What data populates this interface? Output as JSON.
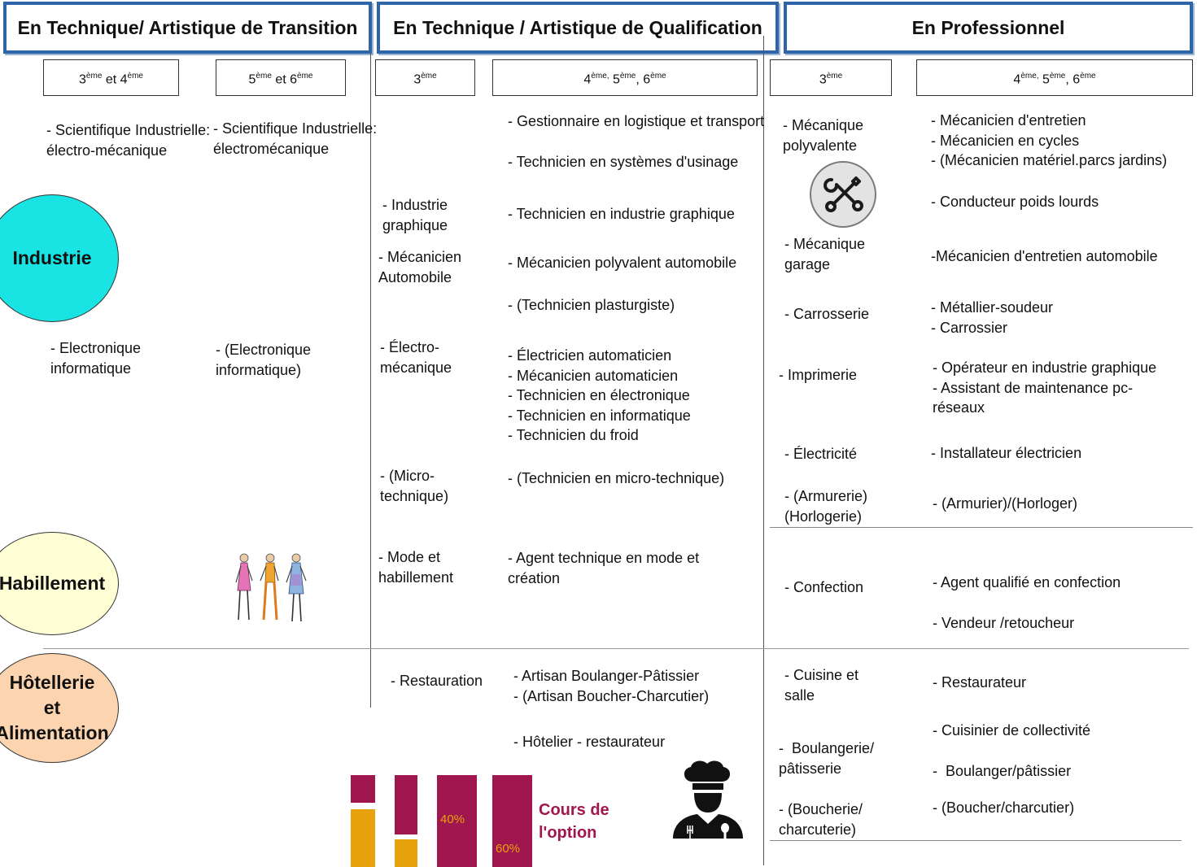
{
  "headers": {
    "transition": "En Technique/ Artistique de Transition",
    "qualification": "En Technique / Artistique de Qualification",
    "professionnel": "En  Professionnel"
  },
  "levels": {
    "t1": {
      "a": "3",
      "a_sup": "ème",
      "mid": " et 4",
      "b_sup": "ème"
    },
    "t2": {
      "a": "5",
      "a_sup": "ème",
      "mid": " et 6",
      "b_sup": "ème"
    },
    "q1": {
      "a": "3",
      "a_sup": "ème"
    },
    "q2": {
      "a": "4",
      "a_sup": "ème,",
      "b": " 5",
      "b_sup": "ème",
      "c": ", 6",
      "c_sup": "ème"
    },
    "p1": {
      "a": "3",
      "a_sup": "ème"
    },
    "p2": {
      "a": "4",
      "a_sup": "ème,",
      "b": " 5",
      "b_sup": "ème",
      "c": ", 6",
      "c_sup": "ème"
    }
  },
  "sectors": {
    "industrie": {
      "label": "Industrie",
      "color": "#19e3e3"
    },
    "habillement": {
      "label": "Habillement",
      "color": "#ffffd6"
    },
    "hotellerie": {
      "label": "Hôtellerie\net\nAlimentation",
      "color": "#fcd5b0"
    }
  },
  "transition": {
    "t1": [
      "- Scientifique Industrielle:\nélectro-mécanique",
      "- Electronique\ninformatique"
    ],
    "t2": [
      "- Scientifique Industrielle:\nélectromécanique",
      "- (Electronique\ninformatique)"
    ]
  },
  "qualification": {
    "q1": [
      "- Industrie\ngraphique",
      "- Mécanicien\nAutomobile",
      "- Électro-\nmécanique",
      "- (Micro-\ntechnique)",
      "- Mode et\nhabillement",
      "- Restauration"
    ],
    "q2": [
      "- Gestionnaire en logistique et transport",
      "- Technicien en systèmes d'usinage",
      "- Technicien en industrie graphique",
      "- Mécanicien polyvalent automobile",
      "- (Technicien plasturgiste)",
      "- Électricien automaticien\n- Mécanicien automaticien\n- Technicien en électronique\n- Technicien en informatique\n- Technicien du froid",
      "- (Technicien en micro-technique)",
      "- Agent technique en mode et\ncréation",
      "- Artisan Boulanger-Pâtissier\n- (Artisan Boucher-Charcutier)",
      "- Hôtelier - restaurateur"
    ]
  },
  "professionnel": {
    "p1": [
      "- Mécanique\npolyvalente",
      "- Mécanique\ngarage",
      "- Carrosserie",
      "- Imprimerie",
      "- Électricité",
      "- (Armurerie)\n(Horlogerie)",
      "- Confection",
      "- Cuisine et\nsalle",
      "-  Boulangerie/\npâtisserie",
      "- (Boucherie/\ncharcuterie)"
    ],
    "p2": [
      "- Mécanicien d'entretien\n- Mécanicien en cycles\n- (Mécanicien matériel.parcs jardins)",
      "- Conducteur poids lourds",
      "-Mécanicien d'entretien automobile",
      "- Métallier-soudeur\n- Carrossier",
      "- Opérateur en industrie graphique\n- Assistant de maintenance pc-\nréseaux",
      "- Installateur électricien",
      "- (Armurier)/(Horloger)",
      "- Agent qualifié en confection",
      "- Vendeur /retoucheur",
      "- Restaurateur",
      "- Cuisinier de collectivité",
      "-  Boulanger/pâtissier",
      "- (Boucher/charcutier)"
    ]
  },
  "legend": {
    "bar_40": "40%",
    "bar_60": "60%",
    "cours_label": "Cours de\nl'option",
    "colors": {
      "option": "#a0164f",
      "general": "#e8a20c"
    }
  },
  "icons": {
    "tools": "wrench-screwdriver-icon",
    "fashion": "fashion-models-icon",
    "chef": "chef-icon"
  }
}
